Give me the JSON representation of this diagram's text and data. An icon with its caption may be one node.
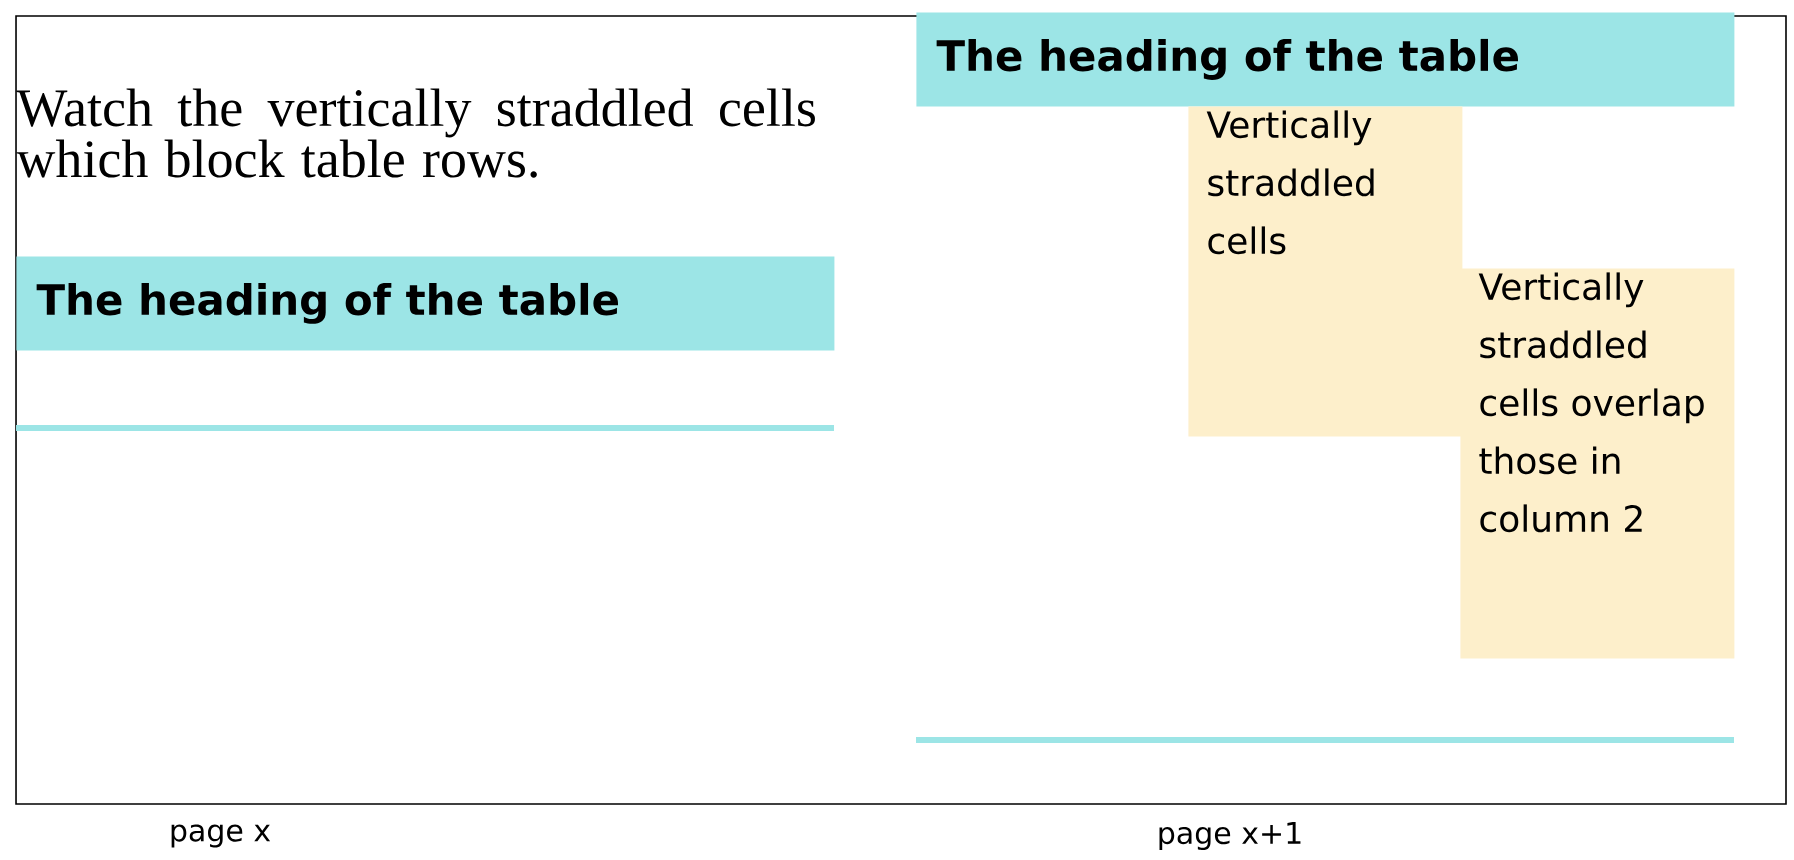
{
  "diagram": {
    "nodes": [
      {
        "text": [
          "The heading of the table"
        ]
      },
      {
        "text": [
          "The heading of the table"
        ]
      },
      {
        "text": [
          "Vertically straddled cells"
        ]
      },
      {
        "text": [
          "Vertically straddled cells overlap those in column 2"
        ]
      }
    ],
    "labels": [
      "Watch the vertically straddled cells which block table rows.",
      "page x",
      "page x+1"
    ]
  }
}
